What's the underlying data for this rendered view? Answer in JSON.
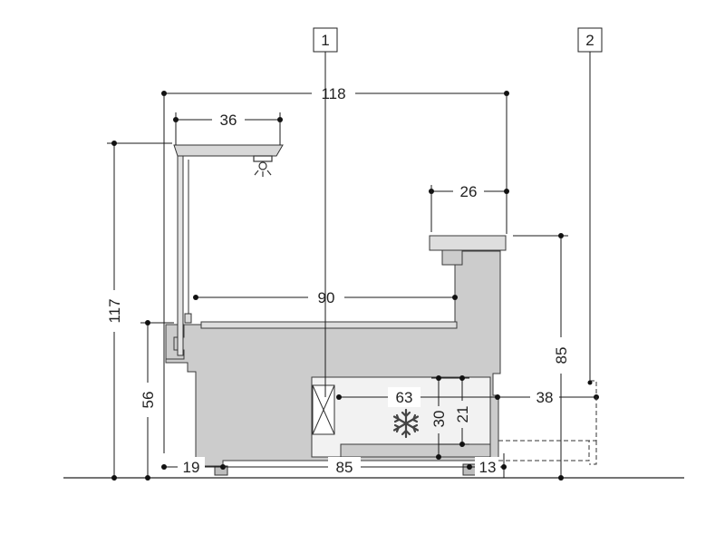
{
  "callouts": [
    {
      "id": "callout-1",
      "label": "1"
    },
    {
      "id": "callout-2",
      "label": "2"
    }
  ],
  "dimensions": {
    "overall_width": "118",
    "top_canopy_width": "36",
    "counter_top_depth": "26",
    "inner_depth": "90",
    "total_height": "117",
    "front_height": "56",
    "counter_height": "85",
    "storage_width": "63",
    "rear_offset": "38",
    "storage_height": "30",
    "drawer_height": "21",
    "front_overhang": "19",
    "base_width": "85",
    "rear_overhang": "13"
  },
  "icons": {
    "refrigeration": "snowflake-icon",
    "lamp": "light-fixture-icon"
  },
  "colors": {
    "cabinet": "#cccccc",
    "line": "#1a1a1a"
  }
}
